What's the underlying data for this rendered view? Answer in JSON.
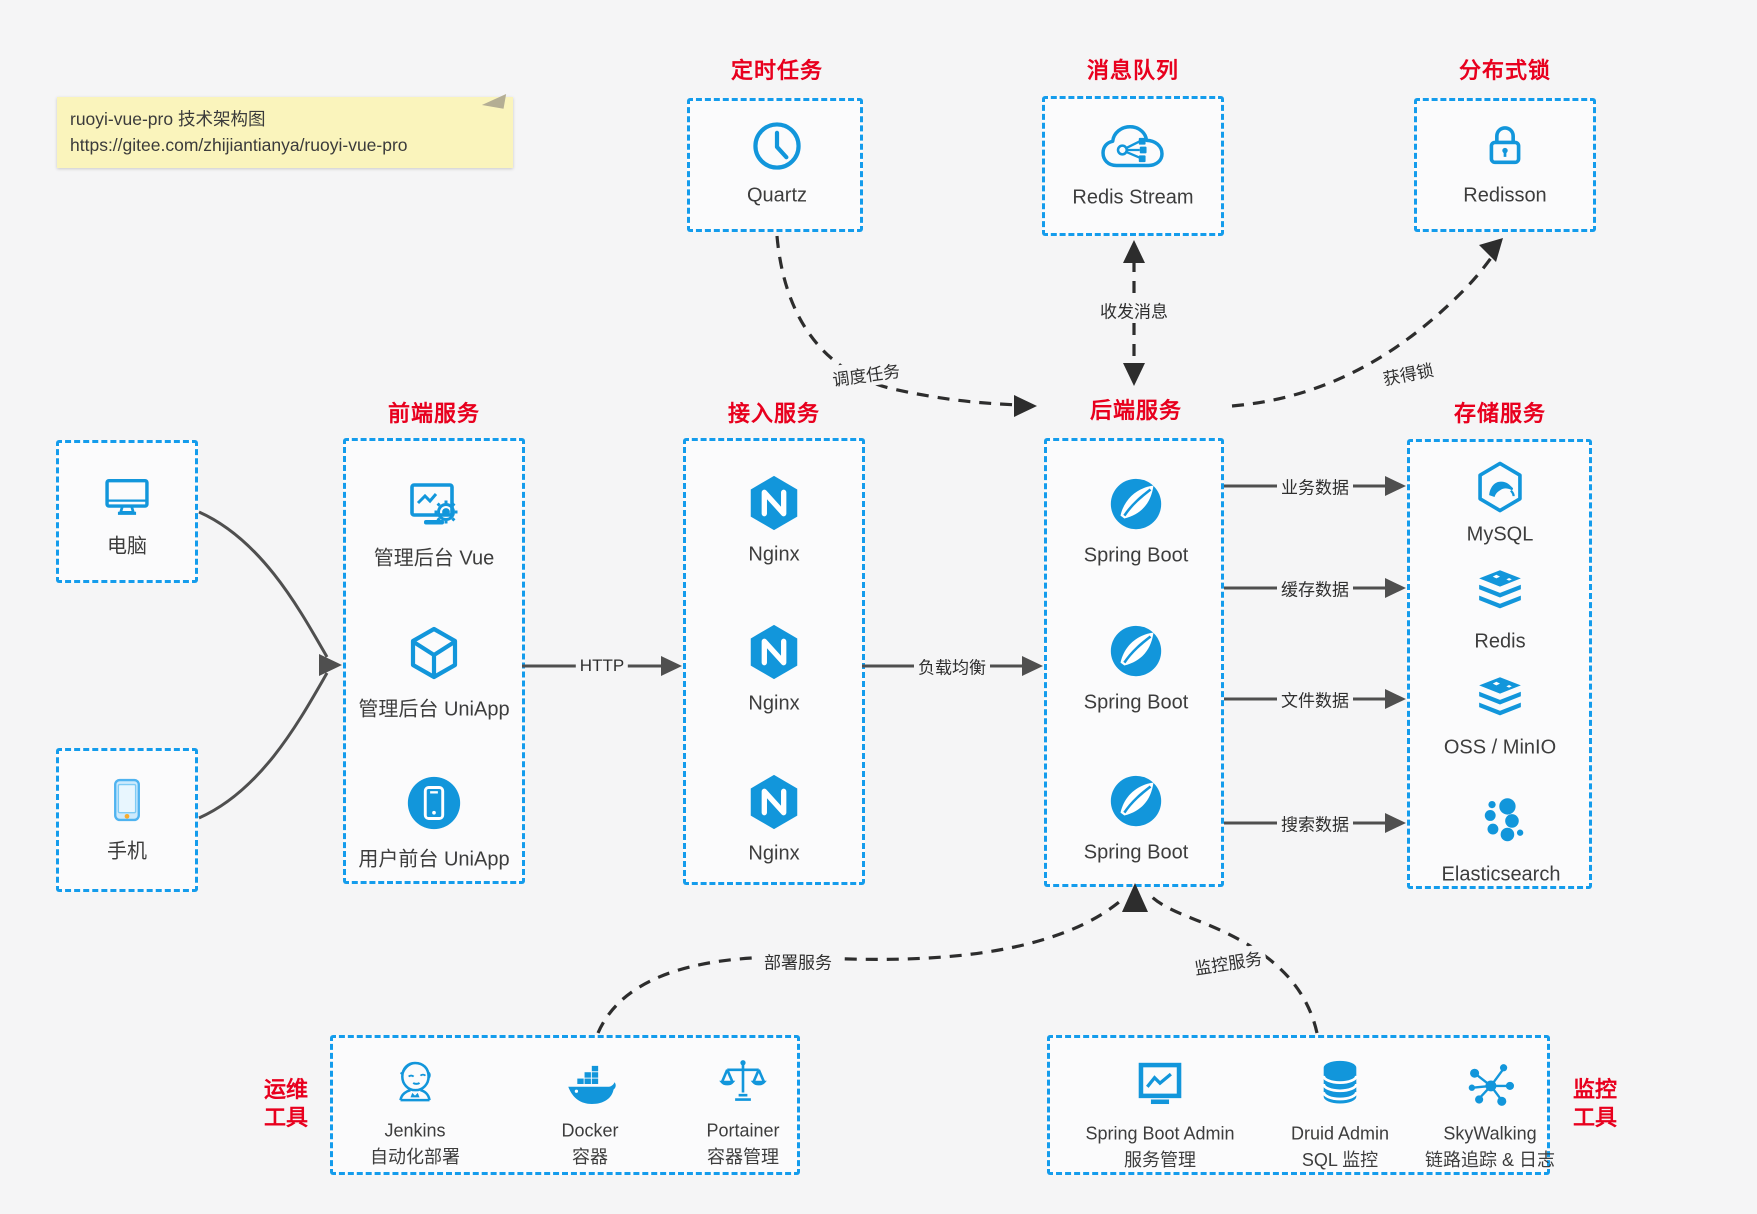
{
  "note": {
    "line1": "ruoyi-vue-pro 技术架构图",
    "line2": "https://gitee.com/zhijiantianya/ruoyi-vue-pro"
  },
  "groups": {
    "scheduled": {
      "title": "定时任务",
      "item": {
        "label": "Quartz",
        "icon": "clock-icon"
      }
    },
    "mq": {
      "title": "消息队列",
      "item": {
        "label": "Redis Stream",
        "icon": "cloud-share-icon"
      }
    },
    "lock": {
      "title": "分布式锁",
      "item": {
        "label": "Redisson",
        "icon": "lock-icon"
      }
    },
    "clients": {
      "items": [
        {
          "label": "电脑",
          "icon": "desktop-icon"
        },
        {
          "label": "手机",
          "icon": "mobile-icon"
        }
      ]
    },
    "frontend": {
      "title": "前端服务",
      "items": [
        {
          "label": "管理后台 Vue",
          "icon": "admin-vue-icon"
        },
        {
          "label": "管理后台 UniApp",
          "icon": "cube-icon"
        },
        {
          "label": "用户前台 UniApp",
          "icon": "phone-circle-icon"
        }
      ]
    },
    "gateway": {
      "title": "接入服务",
      "items": [
        {
          "label": "Nginx",
          "icon": "nginx-icon"
        },
        {
          "label": "Nginx",
          "icon": "nginx-icon"
        },
        {
          "label": "Nginx",
          "icon": "nginx-icon"
        }
      ]
    },
    "backend": {
      "title": "后端服务",
      "items": [
        {
          "label": "Spring Boot",
          "icon": "spring-icon"
        },
        {
          "label": "Spring Boot",
          "icon": "spring-icon"
        },
        {
          "label": "Spring Boot",
          "icon": "spring-icon"
        }
      ]
    },
    "storage": {
      "title": "存储服务",
      "items": [
        {
          "label": "MySQL",
          "icon": "mysql-icon"
        },
        {
          "label": "Redis",
          "icon": "stack-icon"
        },
        {
          "label": "OSS / MinIO",
          "icon": "stack-icon"
        },
        {
          "label": "Elasticsearch",
          "icon": "elasticsearch-icon"
        }
      ]
    },
    "devops": {
      "title": "运维\n工具",
      "items": [
        {
          "name": "Jenkins",
          "desc": "自动化部署",
          "icon": "jenkins-icon"
        },
        {
          "name": "Docker",
          "desc": "容器",
          "icon": "docker-icon"
        },
        {
          "name": "Portainer",
          "desc": "容器管理",
          "icon": "portainer-icon"
        }
      ]
    },
    "monitoring": {
      "title": "监控\n工具",
      "items": [
        {
          "name": "Spring Boot Admin",
          "desc": "服务管理",
          "icon": "admin-monitor-icon"
        },
        {
          "name": "Druid Admin",
          "desc": "SQL 监控",
          "icon": "druid-icon"
        },
        {
          "name": "SkyWalking",
          "desc": "链路追踪 & 日志",
          "icon": "skywalking-icon"
        }
      ]
    }
  },
  "edges": {
    "http": "HTTP",
    "load_balance": "负载均衡",
    "business_data": "业务数据",
    "cache_data": "缓存数据",
    "file_data": "文件数据",
    "search_data": "搜索数据",
    "send_receive_msg": "收发消息",
    "schedule_task": "调度任务",
    "acquire_lock": "获得锁",
    "deploy_service": "部署服务",
    "monitor_service": "监控服务"
  },
  "colors": {
    "accent": "#1296db",
    "box_border": "#149cec",
    "title_red": "#e8001e",
    "note_bg": "#faf4bc",
    "arrow_gray": "#4f4f4f",
    "arrow_dark": "#2d2d2d"
  }
}
